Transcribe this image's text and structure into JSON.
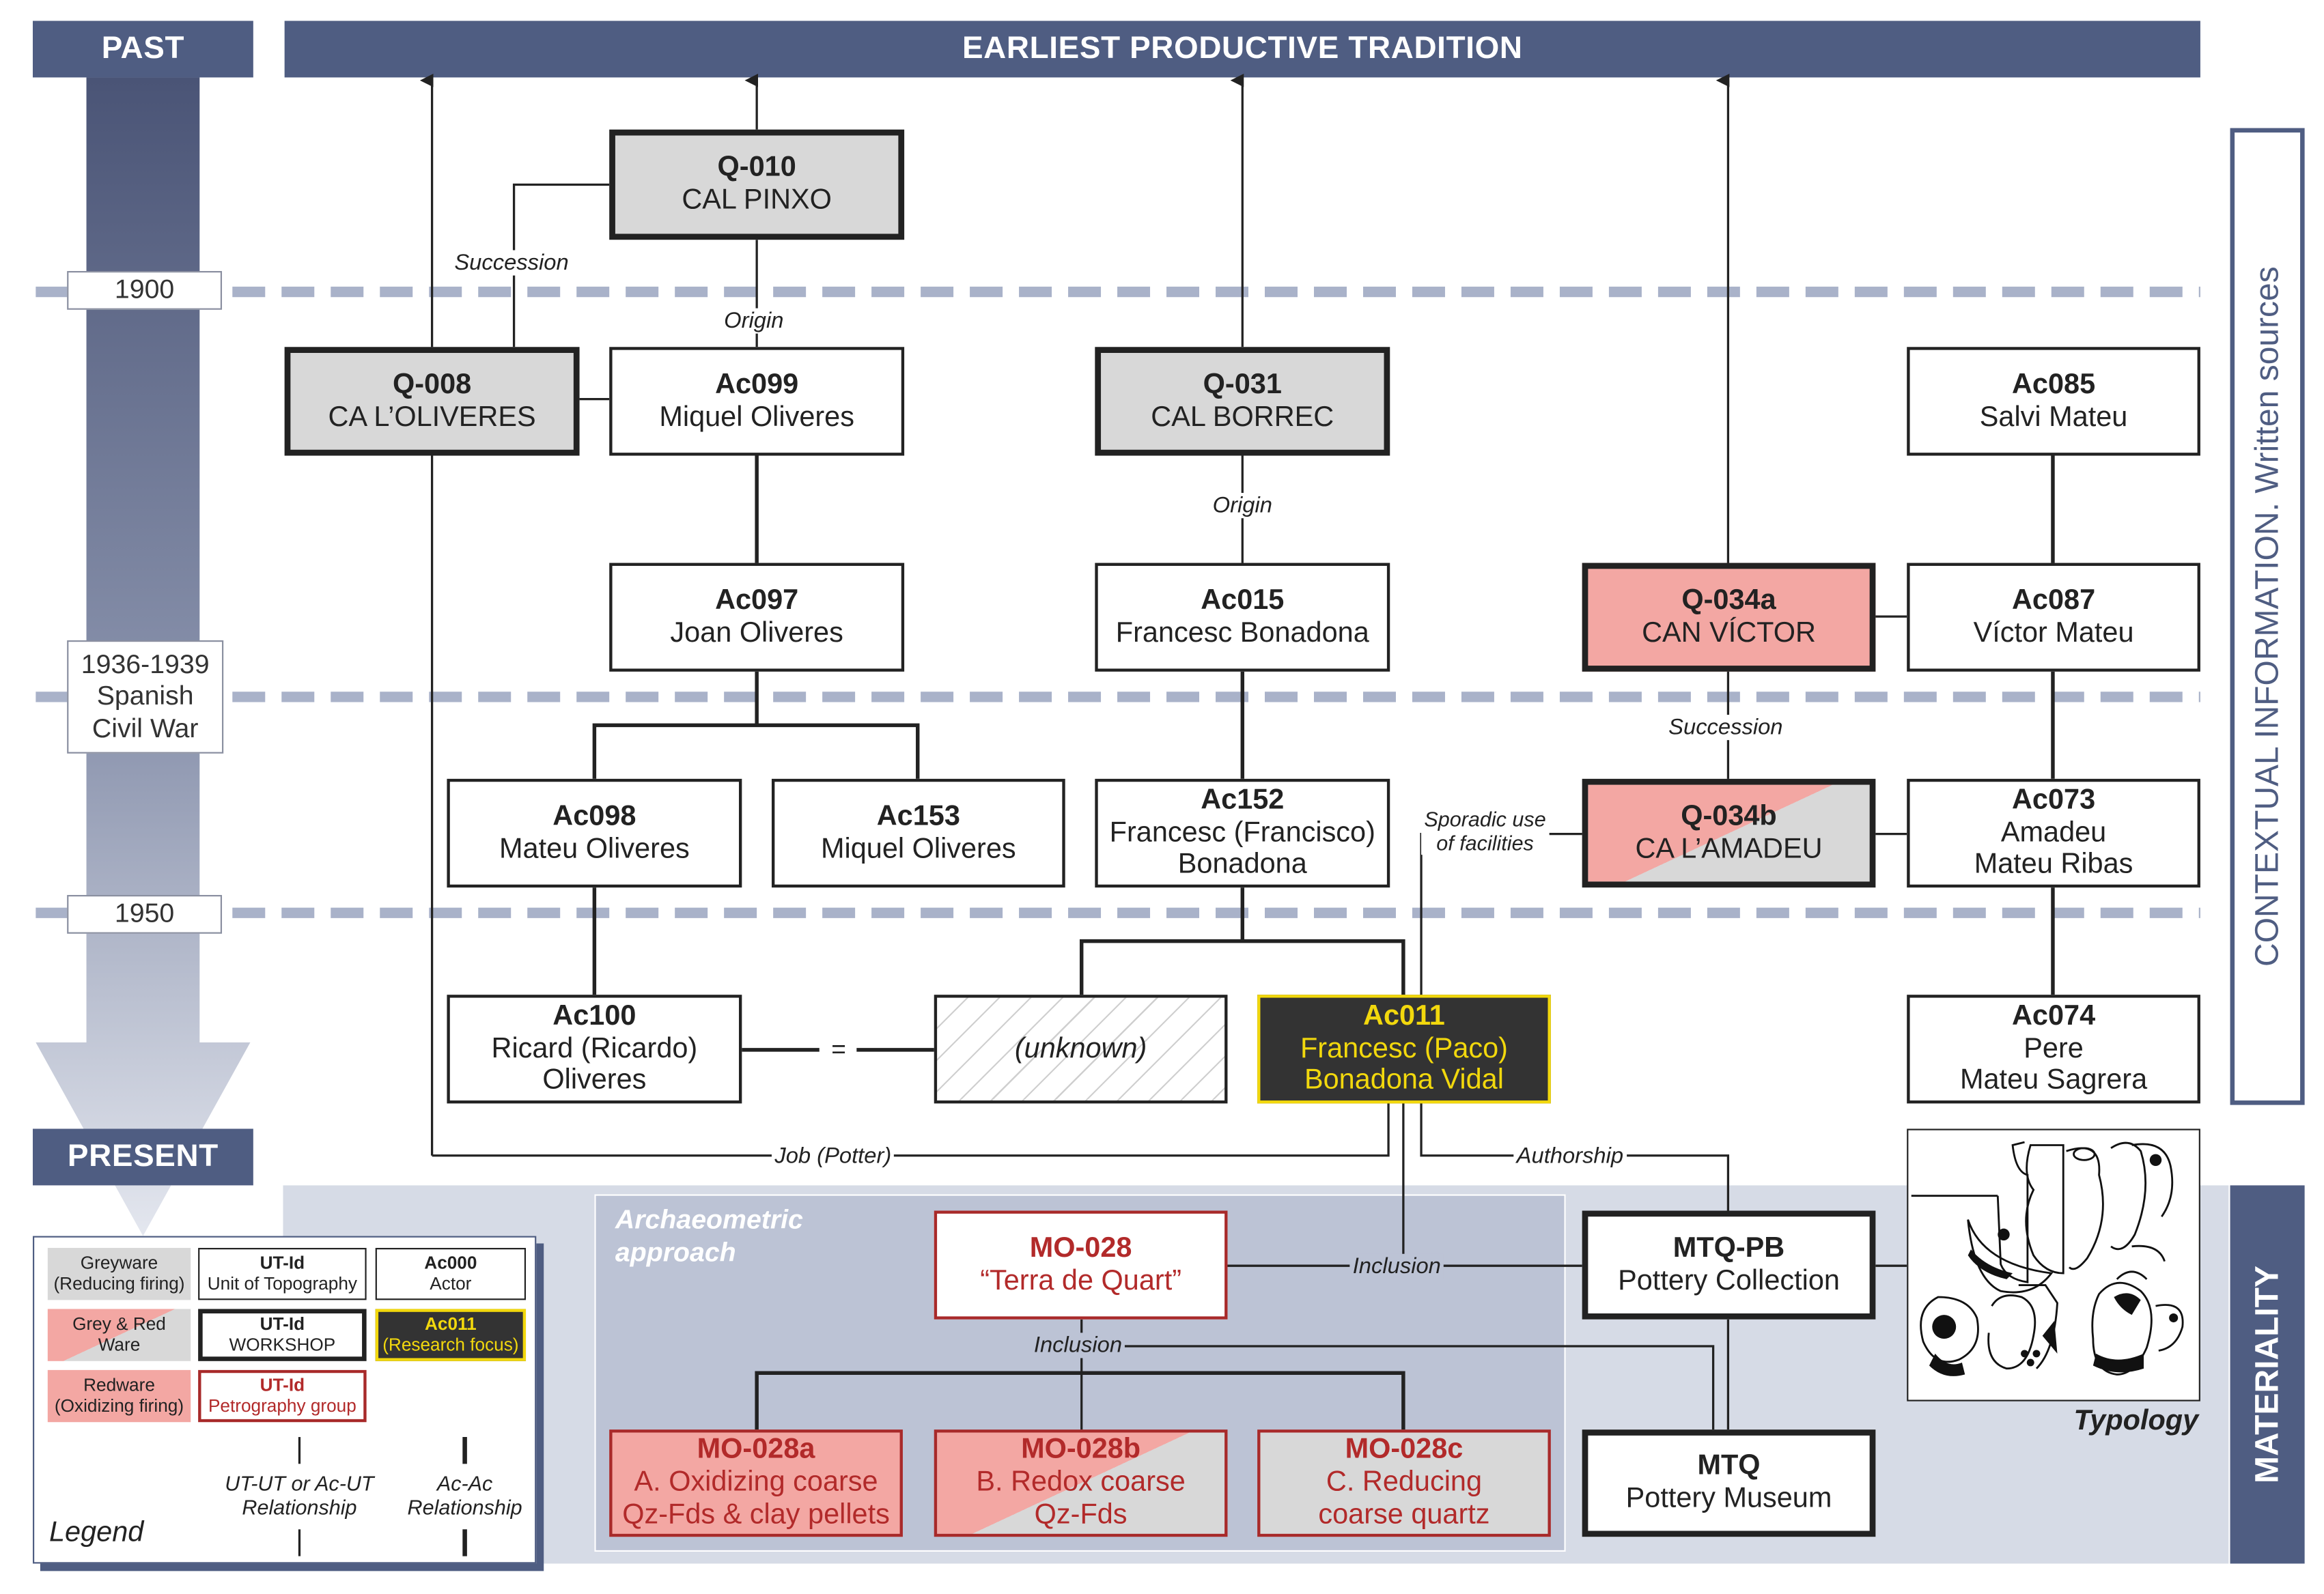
{
  "timeline": {
    "past_label": "PAST",
    "present_label": "PRESENT",
    "year_1900": "1900",
    "war_line1": "1936-1939",
    "war_line2": "Spanish",
    "war_line3": "Civil War",
    "year_1950": "1950"
  },
  "header": {
    "title": "EARLIEST PRODUCTIVE TRADITION"
  },
  "side_labels": {
    "contextual": "CONTEXTUAL INFORMATION. Written sources",
    "materiality": "MATERIALITY"
  },
  "nodes": {
    "q010": {
      "id": "Q-010",
      "name": "CAL PINXO"
    },
    "q008": {
      "id": "Q-008",
      "name": "CA L’OLIVERES"
    },
    "ac099": {
      "id": "Ac099",
      "name": "Miquel Oliveres"
    },
    "q031": {
      "id": "Q-031",
      "name": "CAL BORREC"
    },
    "ac085": {
      "id": "Ac085",
      "name": "Salvi Mateu"
    },
    "ac097": {
      "id": "Ac097",
      "name": "Joan Oliveres"
    },
    "ac015": {
      "id": "Ac015",
      "name": "Francesc Bonadona"
    },
    "q034a": {
      "id": "Q-034a",
      "name": "CAN VÍCTOR"
    },
    "ac087": {
      "id": "Ac087",
      "name": "Víctor Mateu"
    },
    "ac098": {
      "id": "Ac098",
      "name": "Mateu Oliveres"
    },
    "ac153": {
      "id": "Ac153",
      "name": "Miquel Oliveres"
    },
    "ac152": {
      "id": "Ac152",
      "name1": "Francesc (Francisco)",
      "name2": "Bonadona"
    },
    "q034b": {
      "id": "Q-034b",
      "name": "CA L’AMADEU"
    },
    "ac073": {
      "id": "Ac073",
      "name1": "Amadeu",
      "name2": "Mateu Ribas"
    },
    "ac100": {
      "id": "Ac100",
      "name1": "Ricard (Ricardo)",
      "name2": "Oliveres"
    },
    "unknown": {
      "name": "(unknown)"
    },
    "ac011": {
      "id": "Ac011",
      "name1": "Francesc (Paco)",
      "name2": "Bonadona Vidal"
    },
    "ac074": {
      "id": "Ac074",
      "name1": "Pere",
      "name2": "Mateu Sagrera"
    },
    "mo028": {
      "id": "MO-028",
      "name": "“Terra de Quart”"
    },
    "mtqpb": {
      "id": "MTQ-PB",
      "name": "Pottery Collection"
    },
    "mtq": {
      "id": "MTQ",
      "name": "Pottery Museum"
    },
    "mo028a": {
      "id": "MO-028a",
      "name1": "A. Oxidizing coarse",
      "name2": "Qz-Fds & clay pellets"
    },
    "mo028b": {
      "id": "MO-028b",
      "name1": "B. Redox coarse",
      "name2": "Qz-Fds"
    },
    "mo028c": {
      "id": "MO-028c",
      "name1": "C. Reducing",
      "name2": "coarse quartz"
    }
  },
  "relations": {
    "succession_1": "Succession",
    "origin_1": "Origin",
    "origin_2": "Origin",
    "succession_2": "Succession",
    "sporadic_1": "Sporadic use",
    "sporadic_2": "of facilities",
    "equals": "=",
    "job": "Job (Potter)",
    "authorship": "Authorship",
    "inclusion_1": "Inclusion",
    "inclusion_2": "Inclusion"
  },
  "archaeometric": {
    "line1": "Archaeometric",
    "line2": "approach"
  },
  "typology_label": "Typology",
  "legend": {
    "title": "Legend",
    "greyware_1": "Greyware",
    "greyware_2": "(Reducing firing)",
    "greyred_1": "Grey & Red",
    "greyred_2": "Ware",
    "redware_1": "Redware",
    "redware_2": "(Oxidizing firing)",
    "ut_topo_1": "UT-Id",
    "ut_topo_2": "Unit of Topography",
    "ut_work_1": "UT-Id",
    "ut_work_2": "WORKSHOP",
    "ut_petro_1": "UT-Id",
    "ut_petro_2": "Petrography group",
    "actor_1": "Ac000",
    "actor_2": "Actor",
    "focus_1": "Ac011",
    "focus_2": "(Research focus)",
    "rel_ut_1": "UT-UT or Ac-UT",
    "rel_ut_2": "Relationship",
    "rel_ac_1": "Ac-Ac",
    "rel_ac_2": "Relationship"
  },
  "colors": {
    "band": "#4f5d82",
    "greyware": "#d8d8d8",
    "redware": "#f3a7a3",
    "focus_fill": "#333333",
    "focus_text": "#f2d80d",
    "petrography": "#b22a2a",
    "materiality_bg": "#d6dbe6"
  }
}
